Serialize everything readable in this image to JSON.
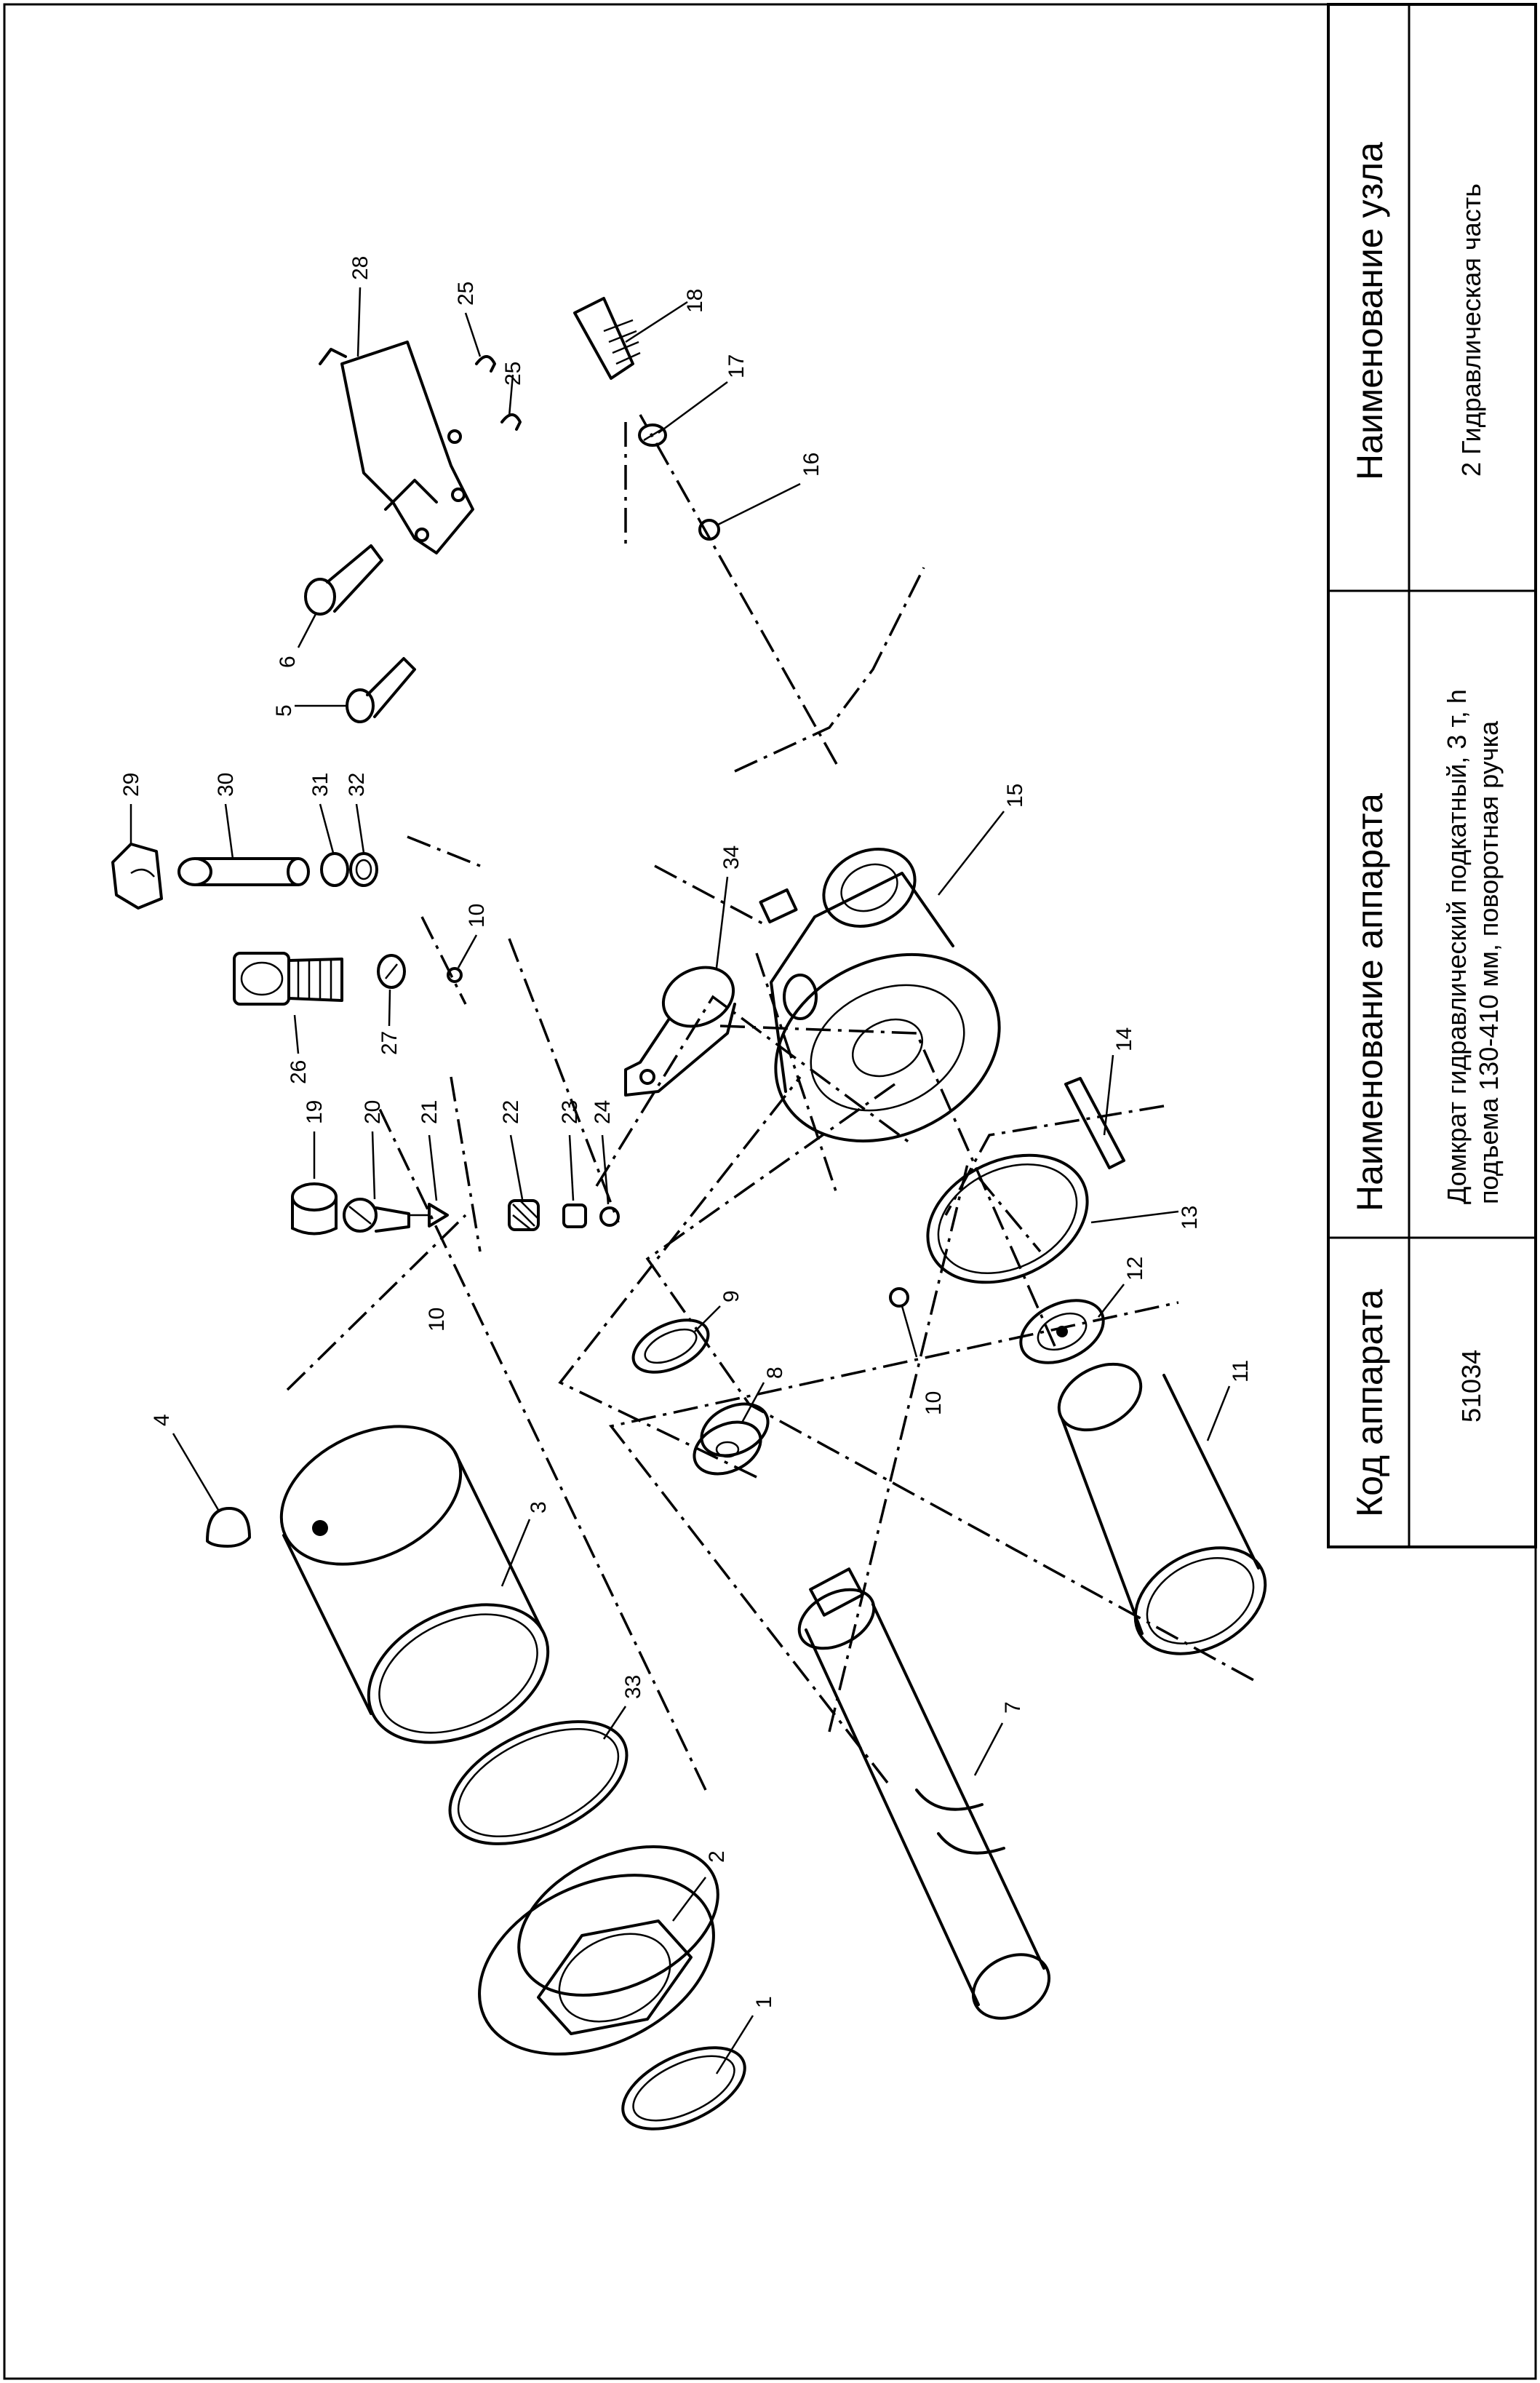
{
  "title_block": {
    "headers": {
      "code": "Код аппарата",
      "name": "Наименование аппарата",
      "unit": "Наименование узла"
    },
    "values": {
      "code": "51034",
      "name_line1": "Домкрат гидравлический подкатный, 3 т, h",
      "name_line2": "подъема  130-410 мм, поворотная ручка",
      "unit": "2 Гидравлическая часть"
    }
  },
  "callouts": [
    "1",
    "2",
    "3",
    "4",
    "5",
    "6",
    "7",
    "8",
    "9",
    "10",
    "10",
    "10",
    "11",
    "12",
    "13",
    "14",
    "15",
    "16",
    "17",
    "18",
    "19",
    "20",
    "21",
    "22",
    "23",
    "24",
    "25",
    "25",
    "26",
    "27",
    "28",
    "29",
    "30",
    "31",
    "32",
    "33",
    "34"
  ]
}
